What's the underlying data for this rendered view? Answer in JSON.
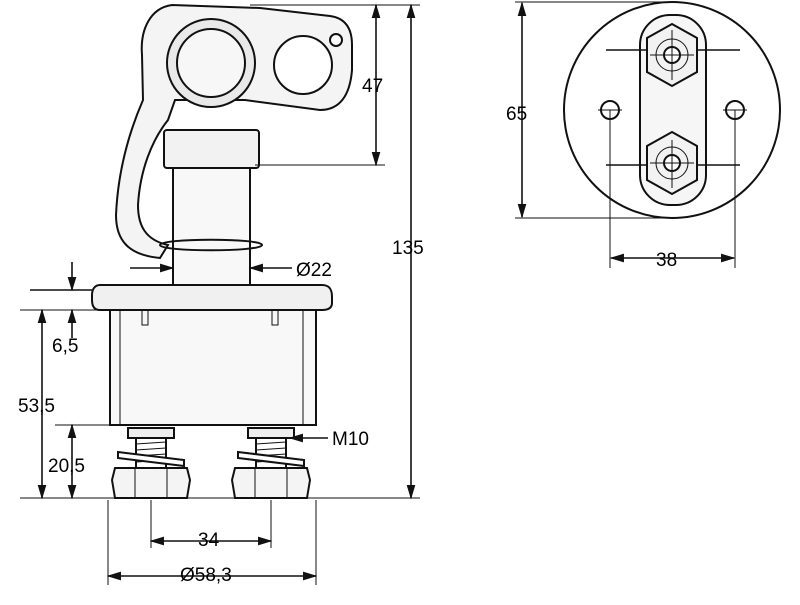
{
  "colors": {
    "line": "#111111",
    "background": "#ffffff",
    "part_shade": "#f2f2f2"
  },
  "dimensions": {
    "key_height": "47",
    "total_height": "135",
    "shaft_diameter": "Ø22",
    "flange_thickness": "6,5",
    "body_height": "53,5",
    "terminal_height": "20,5",
    "thread": "M10",
    "terminal_spacing": "34",
    "body_diameter": "Ø58,3",
    "top_view_height": "65",
    "top_view_spacing": "38"
  }
}
